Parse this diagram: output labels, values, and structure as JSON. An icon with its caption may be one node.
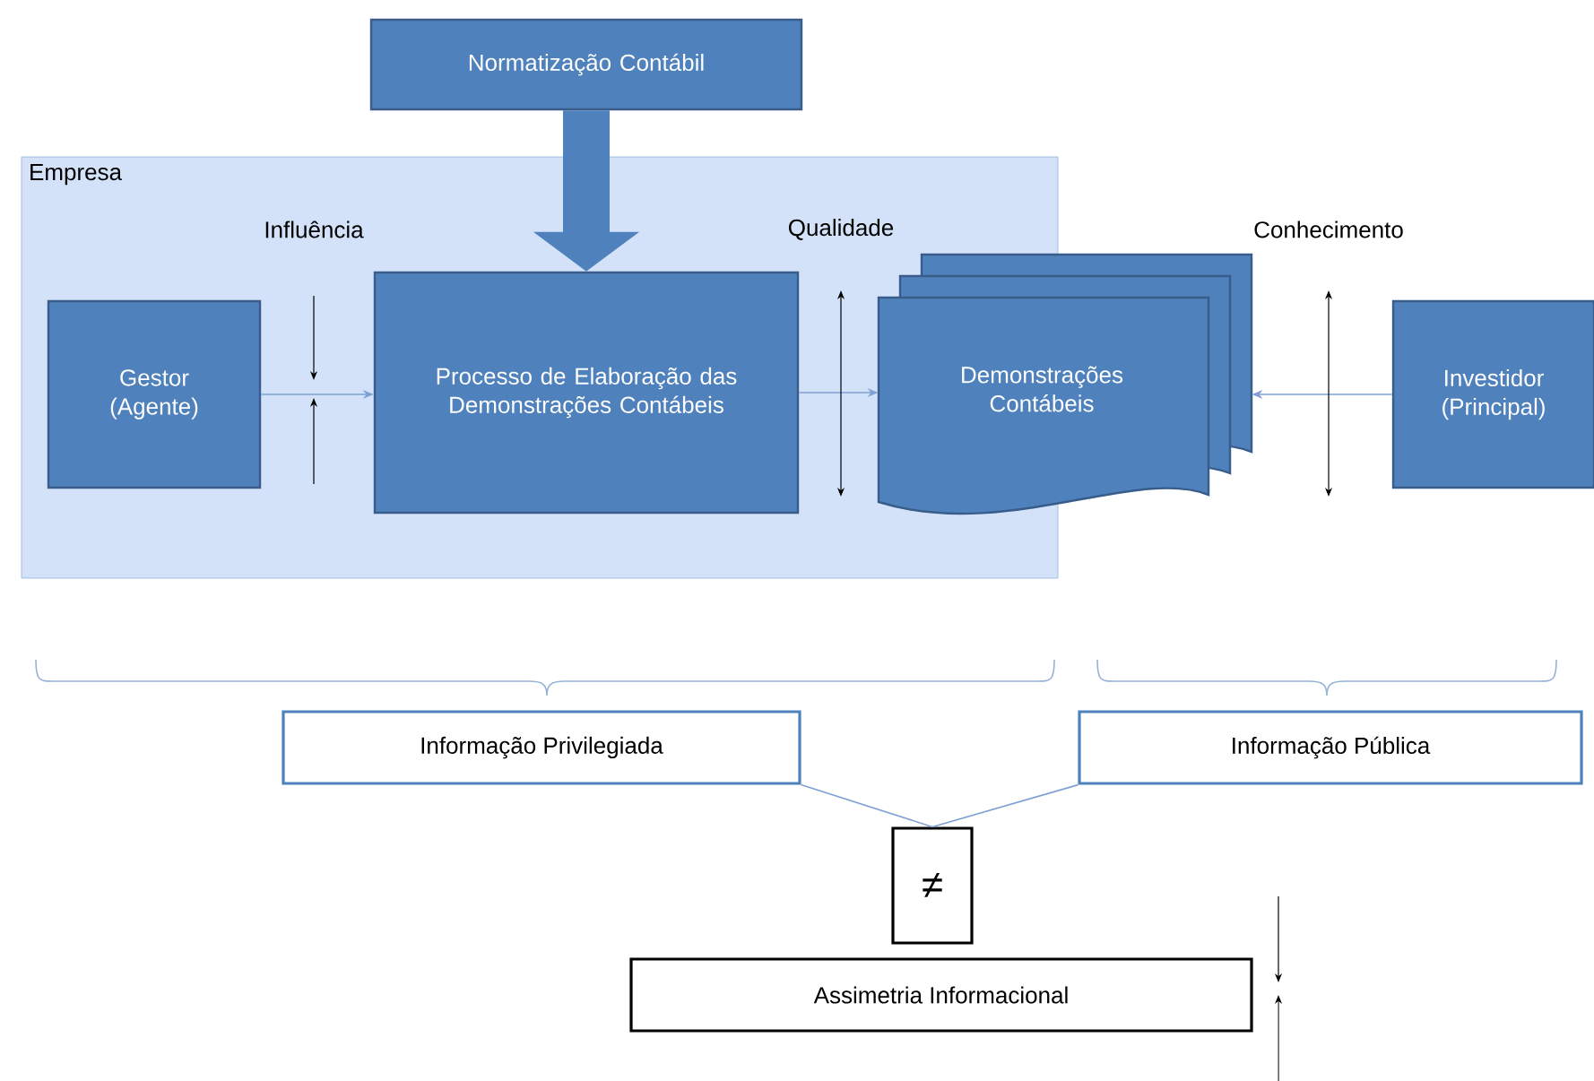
{
  "diagram": {
    "nodes": [
      {
        "text": [
          "Normatização Contábil"
        ]
      },
      {
        "text": [
          "Empresa"
        ]
      },
      {
        "text": [
          "Gestor (Agente)"
        ],
        "in": 1
      },
      {
        "text": [
          "Processo de Elaboração das Demonstrações Contábeis"
        ],
        "in": 1
      },
      {
        "text": [
          "Demonstrações Contábeis"
        ]
      },
      {
        "text": [
          "Investidor (Principal)"
        ]
      },
      {
        "text": [
          "Informação Privilegiada"
        ]
      },
      {
        "text": [
          "Informação Pública"
        ]
      },
      {
        "text": [
          "≠"
        ]
      },
      {
        "text": [
          "Assimetria Informacional"
        ]
      }
    ],
    "edges": [
      {
        "from": 0,
        "to": 3,
        "arrow": "to",
        "style": "thick"
      },
      {
        "from": 2,
        "to": 3,
        "arrow": "to"
      },
      {
        "from": 3,
        "to": 4,
        "arrow": "to"
      },
      {
        "from": 5,
        "to": 4,
        "arrow": "to"
      },
      {
        "from": 6,
        "to": 8,
        "arrow": "none"
      },
      {
        "from": 7,
        "to": 8,
        "arrow": "none"
      }
    ],
    "labels": [
      "Influência",
      "Qualidade",
      "Conhecimento"
    ]
  }
}
